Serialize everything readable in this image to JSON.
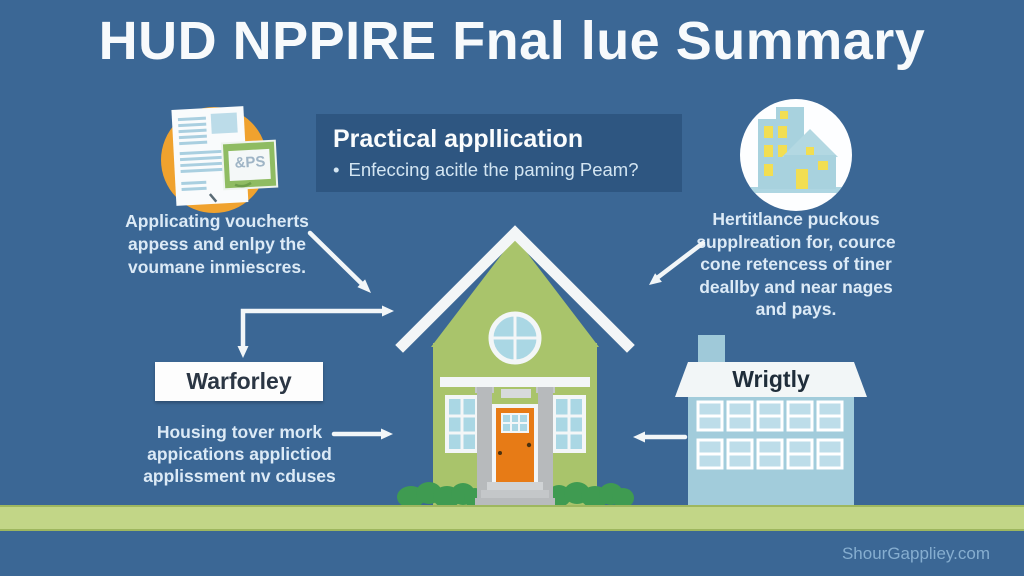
{
  "title": "HUD NPPIRE Fnal lue Summary",
  "practical_box": {
    "heading": "Practical appllication",
    "bullet_marker": "•",
    "bullet_text": "Enfeccing acitle the paming Peam?"
  },
  "left_document_icon": {
    "card_label": "&PS"
  },
  "left_caption": "Applicating voucherts\nappess and enlpy the\nvoumane inmiescres.",
  "right_caption": "Hertitlance puckous\nsupplreation for, cource\ncone retencess of tiner\ndeallby and near nages\nand pays.",
  "warforley_box": {
    "label": "Warforley"
  },
  "bottom_left_caption": "Housing tover mork\nappications applictiod\napplissment nv cduses",
  "apartment_building": {
    "label": "Wrigtly"
  },
  "footer": {
    "watermark": "ShourGappliey.com"
  },
  "colors": {
    "background": "#3b6795",
    "panel_blue": "#2e5681",
    "accent_orange": "#f0a22e",
    "house_green": "#a9c46b",
    "icon_light_blue": "#a5cfdd",
    "ground_green": "#c2d687",
    "door_orange": "#e77b16",
    "text_light": "#dceaf6"
  }
}
